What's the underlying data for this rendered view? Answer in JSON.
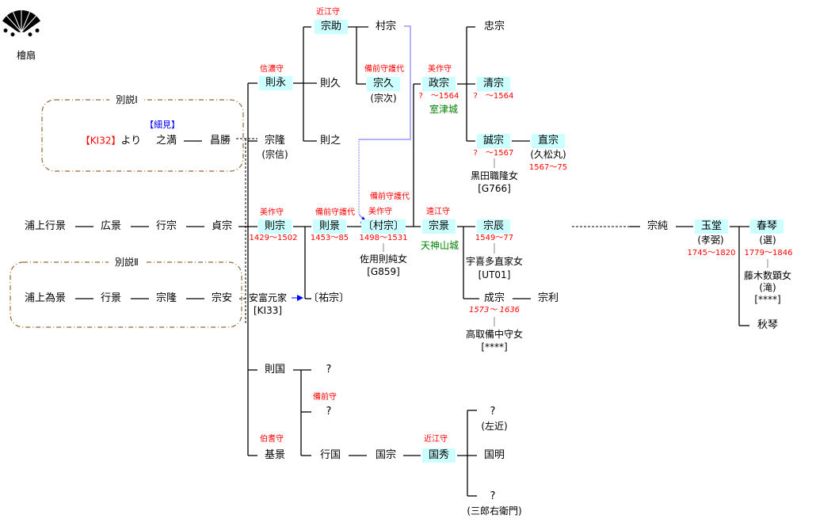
{
  "logo": {
    "label": "檜扇",
    "icon": "hiougi-fan-crest-icon"
  },
  "alt1": {
    "title": "別説Ⅰ",
    "source_ref": "【細見】",
    "from_code": "【KI32】",
    "from_suffix": "より",
    "n1": "之満",
    "n2": "昌勝"
  },
  "alt2": {
    "title": "別説Ⅱ",
    "n1": "浦上為景",
    "n2": "行景",
    "n3": "宗隆",
    "n4": "宗安"
  },
  "main": {
    "n1": "浦上行景",
    "n2": "広景",
    "n3": "行宗",
    "n4": "貞宗"
  },
  "norinaga": {
    "name": "則永",
    "title": "信濃守"
  },
  "munetaka": {
    "name": "宗隆",
    "alias": "(宗信)"
  },
  "munesuke": {
    "name": "宗助",
    "title": "近江守"
  },
  "muramune_top": {
    "name": "村宗"
  },
  "norihisa": {
    "name": "則久"
  },
  "munehisa": {
    "name": "宗久",
    "title": "備前守護代",
    "alias": "(宗次)"
  },
  "noriyuki": {
    "name": "則之"
  },
  "masamune": {
    "name": "政宗",
    "title": "美作守",
    "years": "?　〜1564",
    "castle": "室津城"
  },
  "tadamune": {
    "name": "忠宗"
  },
  "kiyomune": {
    "name": "清宗",
    "years": "?　〜1564"
  },
  "nobumune": {
    "name": "誠宗",
    "years": "?　〜1567",
    "wife": "黒田職隆女",
    "wife_ref": "[G766]"
  },
  "naomune": {
    "name": "直宗",
    "alias": "(久松丸)",
    "years": "1567〜75"
  },
  "norimune": {
    "name": "則宗",
    "title": "美作守",
    "years": "1429〜1502"
  },
  "norikage": {
    "name": "則景",
    "title": "備前守護代",
    "years": "1453〜85"
  },
  "muramune": {
    "name": "〔村宗〕",
    "title1": "備前守護代",
    "title2": "美作守",
    "years": "1498〜1531",
    "wife": "佐用則純女",
    "wife_ref": "[G859]"
  },
  "munekage": {
    "name": "宗景",
    "title": "遠江守",
    "castle": "天神山城"
  },
  "munetoki": {
    "name": "宗辰",
    "years": "1549〜77",
    "wife": "宇喜多直家女",
    "wife_ref": "[UT01]"
  },
  "narimune": {
    "name": "成宗",
    "years": "1573〜 1636",
    "wife": "高取備中守女",
    "wife_ref": "[****]"
  },
  "munetoshi": {
    "name": "宗利"
  },
  "yasutomi": {
    "name": "安富元家",
    "ref": "[KI33]"
  },
  "sukemune": {
    "name": "〔祐宗〕"
  },
  "munezumi": {
    "name": "宗純"
  },
  "gyokudo": {
    "name": "玉堂",
    "alias": "(孝弼)",
    "years": "1745〜1820"
  },
  "shunkin": {
    "name": "春琴",
    "alias": "(選)",
    "years": "1779〜1846",
    "wife": "藤木数顕女",
    "wife_alias": "(滝)",
    "wife_ref": "[****]"
  },
  "shukin": {
    "name": "秋琴"
  },
  "norikuni": {
    "name": "則国"
  },
  "unk1": {
    "name": "?"
  },
  "unk2": {
    "name": "?",
    "title": "備前守"
  },
  "motokage": {
    "name": "基景",
    "title": "伯耆守"
  },
  "yukikuni": {
    "name": "行国"
  },
  "kunimune": {
    "name": "国宗"
  },
  "kunihide": {
    "name": "国秀",
    "title": "近江守"
  },
  "sakon": {
    "name": "?",
    "alias": "(左近)"
  },
  "kuniaki": {
    "name": "国明"
  },
  "saburo": {
    "name": "?",
    "alias": "(三郎右衛門)"
  }
}
